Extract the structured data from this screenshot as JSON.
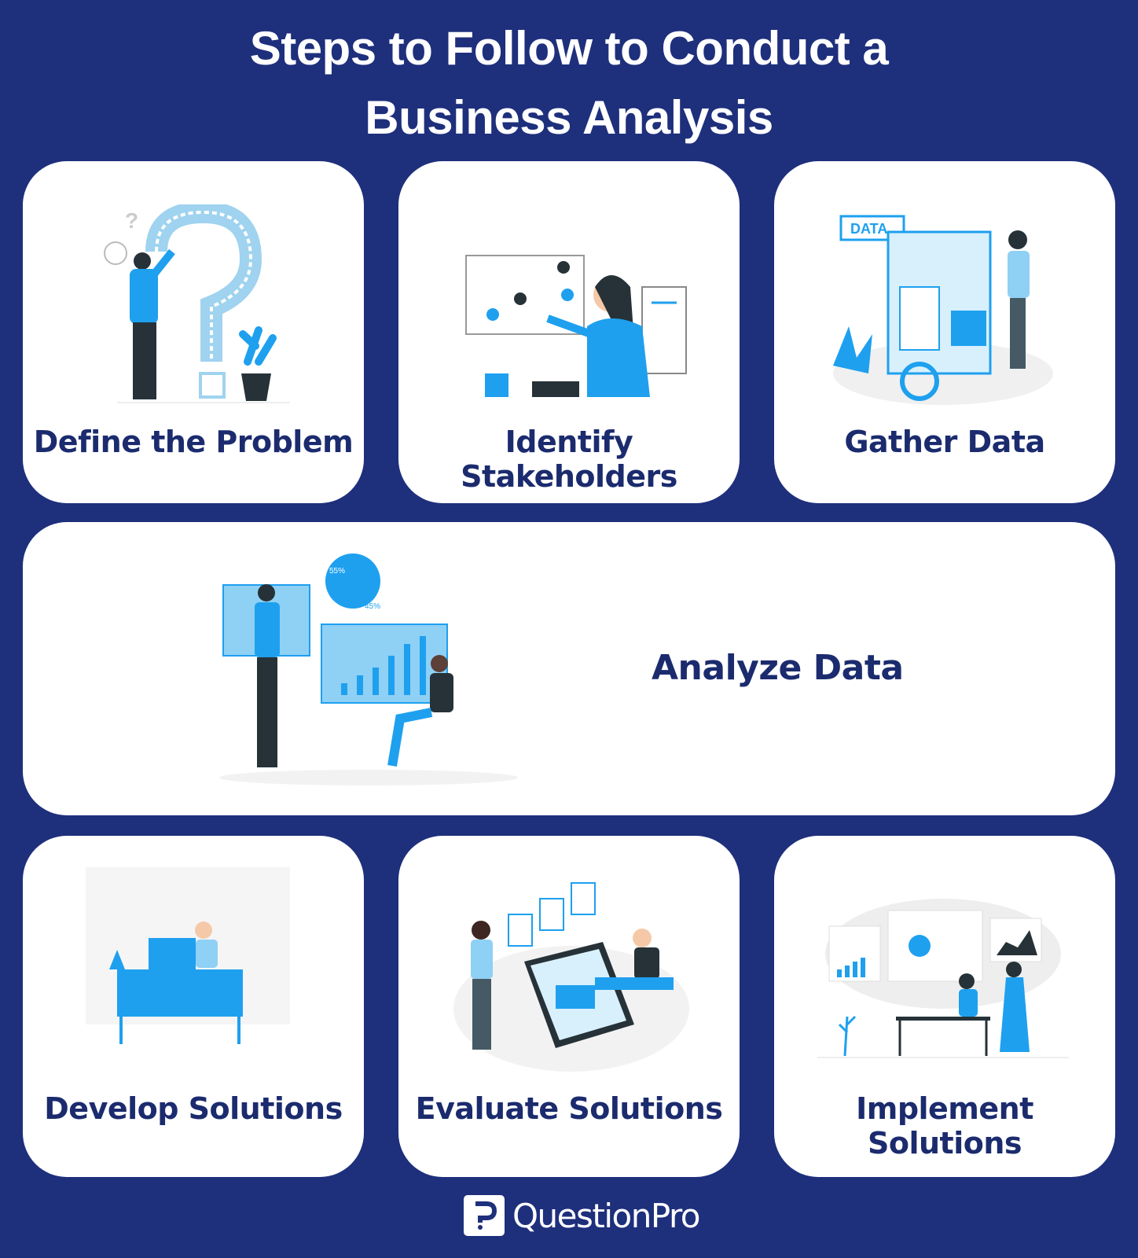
{
  "title": {
    "line1": "Steps to Follow to Conduct a",
    "line2": "Business Analysis"
  },
  "steps": [
    {
      "label": "Define the Problem",
      "icon": "question-maze-illustration"
    },
    {
      "label": "Identify Stakeholders",
      "icon": "stakeholder-board-illustration"
    },
    {
      "label": "Gather Data",
      "icon": "data-dashboard-illustration"
    },
    {
      "label": "Analyze Data",
      "icon": "analytics-charts-illustration"
    },
    {
      "label": "Develop Solutions",
      "icon": "desk-computer-illustration"
    },
    {
      "label": "Evaluate Solutions",
      "icon": "tablet-review-illustration"
    },
    {
      "label": "Implement Solutions",
      "icon": "presentation-illustration"
    }
  ],
  "analyze_chart_labels": {
    "pie_a": "55%",
    "pie_b": "45%"
  },
  "logo": {
    "text": "QuestionPro"
  },
  "colors": {
    "background": "#1e2f7c",
    "card": "#ffffff",
    "label": "#1b2b6e",
    "accent": "#1ea0ef",
    "dark": "#263238"
  }
}
